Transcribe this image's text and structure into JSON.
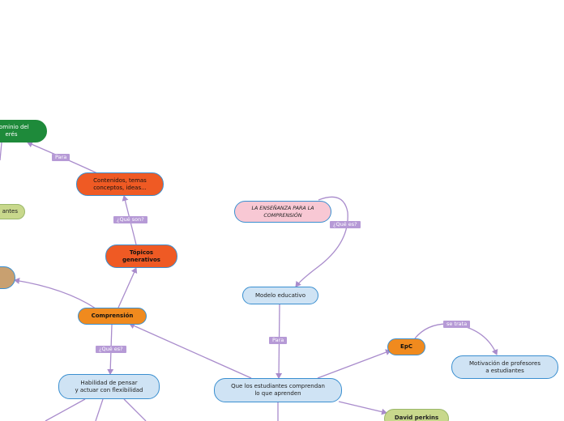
{
  "nodes": {
    "dominio": "...ominio del\nerés",
    "contenidos": "Contenidos, temas\nconceptos, ideas...",
    "antes": "antes",
    "topicos": "Tópicos\ngenerativos",
    "tan": "",
    "comprension": "Comprensión",
    "habilidad": "Habilidad de pensar\ny actuar con flexibilidad",
    "ensenanza": "LA ENSEÑANZA PARA LA\nCOMPRENSIÓN",
    "modelo": "Modelo educativo",
    "que_estudiantes": "Que los estudiantes comprendan\nlo que aprenden",
    "epc": "EpC",
    "motivacion": "Motivación de profesores\na estudiantes",
    "david": "David perkins"
  },
  "labels": {
    "para_top": "Para",
    "que_son": "¿Qué son?",
    "que_es_comp": "¿Qué es?",
    "que_es_ens": "¿Qué es?",
    "para_mid": "Para",
    "se_trata": "se trata"
  },
  "colors": {
    "link": "#a98ccc",
    "label_bg": "#b69ad6",
    "blue_node": "#cfe3f4",
    "orange_node": "#f08a1e",
    "red_node": "#ef5a24",
    "green_node": "#1e8a3a",
    "light_green_node": "#c8d88c",
    "pink_node": "#f8c8d4",
    "tan_node": "#c8a070",
    "border": "#3a8fd0"
  }
}
